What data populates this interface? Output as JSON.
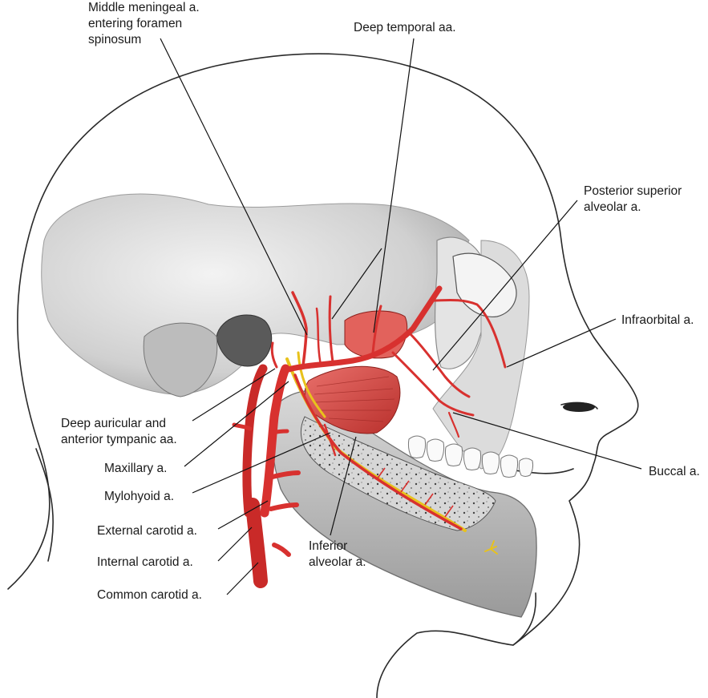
{
  "figure": {
    "labels": {
      "middle_meningeal": [
        "Middle meningeal a.",
        "entering foramen",
        "spinosum"
      ],
      "deep_temporal": [
        "Deep temporal aa."
      ],
      "posterior_superior_alveolar": [
        "Posterior superior",
        "alveolar a."
      ],
      "infraorbital": [
        "Infraorbital a."
      ],
      "buccal": [
        "Buccal a."
      ],
      "deep_auricular": [
        "Deep auricular and",
        "anterior tympanic aa."
      ],
      "maxillary": [
        "Maxillary a."
      ],
      "mylohyoid": [
        "Mylohyoid a."
      ],
      "external_carotid": [
        "External carotid a."
      ],
      "internal_carotid": [
        "Internal carotid a."
      ],
      "common_carotid": [
        "Common carotid a."
      ],
      "inferior_alveolar": [
        "Inferior",
        "alveolar a."
      ]
    }
  },
  "colors": {
    "artery": "#d8312f",
    "artery_dark": "#a81d1c",
    "nerve": "#e8c21c",
    "bone_light": "#ececec",
    "bone_mid": "#c9c9c9",
    "bone_dark": "#8f8f8f",
    "muscle": "#d9504a"
  }
}
